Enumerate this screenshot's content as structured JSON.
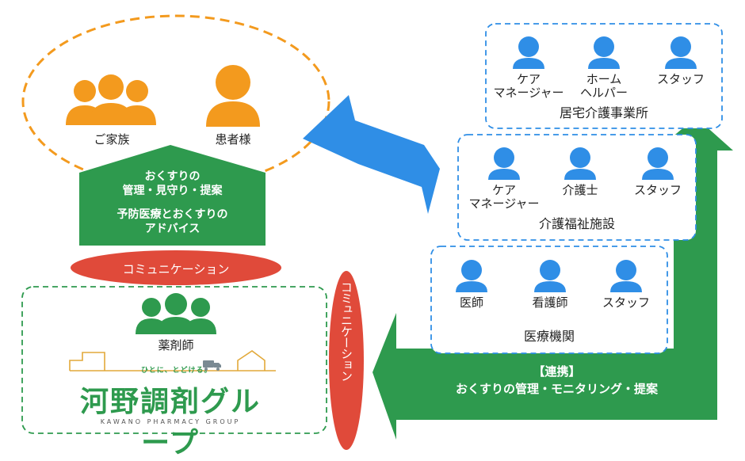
{
  "family": {
    "family_label": "ご家族",
    "patient_label": "患者様"
  },
  "support_arrow": {
    "line1": "おくすりの",
    "line2": "管理・見守り・提案",
    "line3": "予防医療とおくすりの",
    "line4": "アドバイス"
  },
  "communication_label": "コミュニケーション",
  "communication_vertical_label": "コミュニケーション",
  "pharmacy": {
    "pharmacist_label": "薬剤師",
    "tagline": "ひとに、とどける。",
    "brand_name": "河野調剤グループ",
    "brand_english": "KAWANO PHARMACY GROUP"
  },
  "home_care_office": {
    "title": "居宅介護事業所",
    "roles": [
      "ケア\nマネージャー",
      "ホーム\nヘルパー",
      "スタッフ"
    ]
  },
  "care_facility": {
    "title": "介護福祉施設",
    "roles": [
      "ケア\nマネージャー",
      "介護士",
      "スタッフ"
    ]
  },
  "medical_institution": {
    "title": "医療機関",
    "roles": [
      "医師",
      "看護師",
      "スタッフ"
    ]
  },
  "cooperation": {
    "heading": "【連携】",
    "detail": "おくすりの管理・モニタリング・提案"
  },
  "colors": {
    "orange": "#f39a1e",
    "green": "#2e9a4e",
    "blue": "#2f8ee6",
    "red": "#e04a3a"
  }
}
